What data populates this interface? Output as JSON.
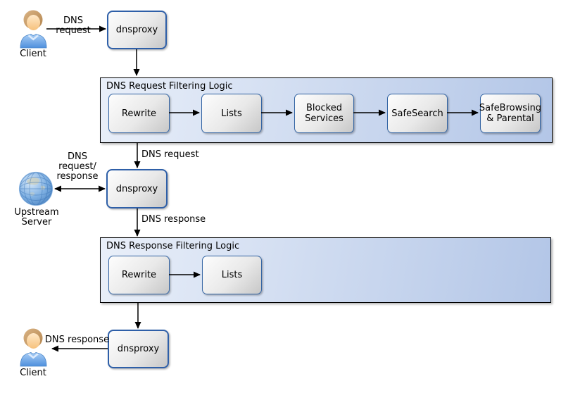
{
  "colors": {
    "container_fill_left": "#e9eff9",
    "container_fill_right": "#b3c6e7",
    "container_border": "#000000",
    "box_border": "#3465a4",
    "proxy_border": "#2e5fa8",
    "box_fill_light": "#fdfdfd",
    "box_fill_dark": "#c7c7c7",
    "arrow": "#000000",
    "text": "#000000"
  },
  "actors": {
    "client_top": {
      "label": "Client",
      "icon": "person-icon"
    },
    "upstream": {
      "label": "Upstream\nServer",
      "icon": "globe-icon"
    },
    "client_bottom": {
      "label": "Client",
      "icon": "person-icon"
    }
  },
  "proxies": {
    "top": "dnsproxy",
    "middle": "dnsproxy",
    "bottom": "dnsproxy"
  },
  "containers": [
    {
      "title": "DNS Request Filtering Logic",
      "boxes": [
        "Rewrite",
        "Lists",
        "Blocked\nServices",
        "SafeSearch",
        "SafeBrowsing\n& Parental"
      ]
    },
    {
      "title": "DNS Response Filtering Logic",
      "boxes": [
        "Rewrite",
        "Lists"
      ]
    }
  ],
  "edge_labels": {
    "client_request": "DNS request",
    "request_to_filter": "DNS request",
    "upstream_exchange": "DNS\nrequest/\nresponse",
    "response_from_proxy": "DNS response",
    "response_to_client": "DNS response"
  }
}
